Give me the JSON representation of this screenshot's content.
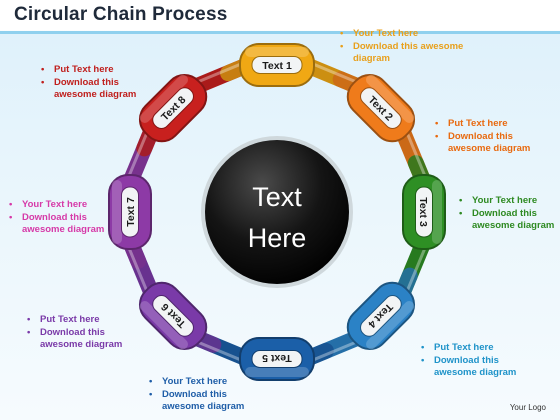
{
  "title": "Circular Chain Process",
  "center": {
    "line1": "Text",
    "line2": "Here"
  },
  "links": [
    {
      "label": "Text 1",
      "color": "#f0a814"
    },
    {
      "label": "Text 2",
      "color": "#ef7b1b"
    },
    {
      "label": "Text 3",
      "color": "#2e8f24"
    },
    {
      "label": "Text 4",
      "color": "#2b82c6"
    },
    {
      "label": "Text 5",
      "color": "#1b5fa8"
    },
    {
      "label": "Text 6",
      "color": "#7a3aa8"
    },
    {
      "label": "Text 7",
      "color": "#8d3aa6"
    },
    {
      "label": "Text 8",
      "color": "#c8201e"
    }
  ],
  "notes": [
    {
      "color": "#e8a01c",
      "items": [
        "Your Text here",
        "Download this awesome diagram"
      ]
    },
    {
      "color": "#e86a10",
      "items": [
        "Put Text here",
        "Download this awesome diagram"
      ]
    },
    {
      "color": "#2e8a22",
      "items": [
        "Your Text here",
        "Download this awesome diagram"
      ]
    },
    {
      "color": "#1f93c9",
      "items": [
        "Put Text here",
        "Download this awesome diagram"
      ]
    },
    {
      "color": "#1f5ea8",
      "items": [
        "Your Text here",
        "Download this awesome diagram"
      ]
    },
    {
      "color": "#7a3aa8",
      "items": [
        "Put Text here",
        "Download this awesome diagram"
      ]
    },
    {
      "color": "#d63aa8",
      "items": [
        "Your Text here",
        "Download this awesome diagram"
      ]
    },
    {
      "color": "#c0201e",
      "items": [
        "Put Text here",
        "Download this awesome diagram"
      ]
    }
  ],
  "logo": "Your Logo"
}
